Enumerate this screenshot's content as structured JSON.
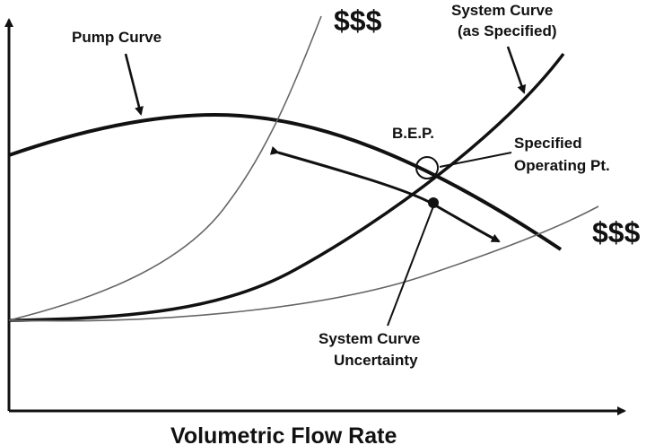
{
  "labels": {
    "pump_curve": "Pump Curve",
    "dollars_top": "$$$",
    "dollars_right": "$$$",
    "system_curve_specified_line1": "System Curve",
    "system_curve_specified_line2": "(as Specified)",
    "bep": "B.E.P.",
    "specified_operating_line1": "Specified",
    "specified_operating_line2": "Operating Pt.",
    "uncertainty_line1": "System Curve",
    "uncertainty_line2": "Uncertainty",
    "x_axis": "Volumetric Flow Rate"
  },
  "colors": {
    "ink": "#111111",
    "thin_curve": "#666666",
    "background": "#ffffff"
  }
}
